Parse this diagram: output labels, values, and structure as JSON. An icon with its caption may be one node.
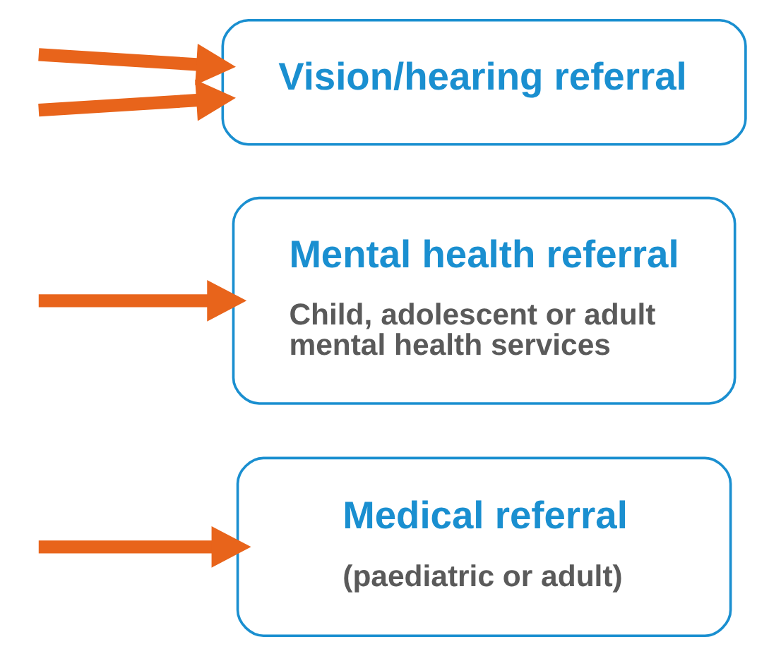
{
  "diagram": {
    "nodes": [
      {
        "text": [
          "Medical referral",
          "(paediatric or adult)"
        ]
      },
      {
        "text": [
          "Mental health referral",
          "Child, adolescent or adult mental health services"
        ]
      },
      {
        "text": [
          "Vision/hearing referral"
        ]
      }
    ],
    "edges": [
      {
        "from": null,
        "to": 0,
        "arrow": "to"
      },
      {
        "from": null,
        "to": 1,
        "arrow": "to"
      },
      {
        "from": null,
        "to": 2,
        "arrow": "to"
      },
      {
        "from": null,
        "to": 2,
        "arrow": "to"
      }
    ]
  }
}
